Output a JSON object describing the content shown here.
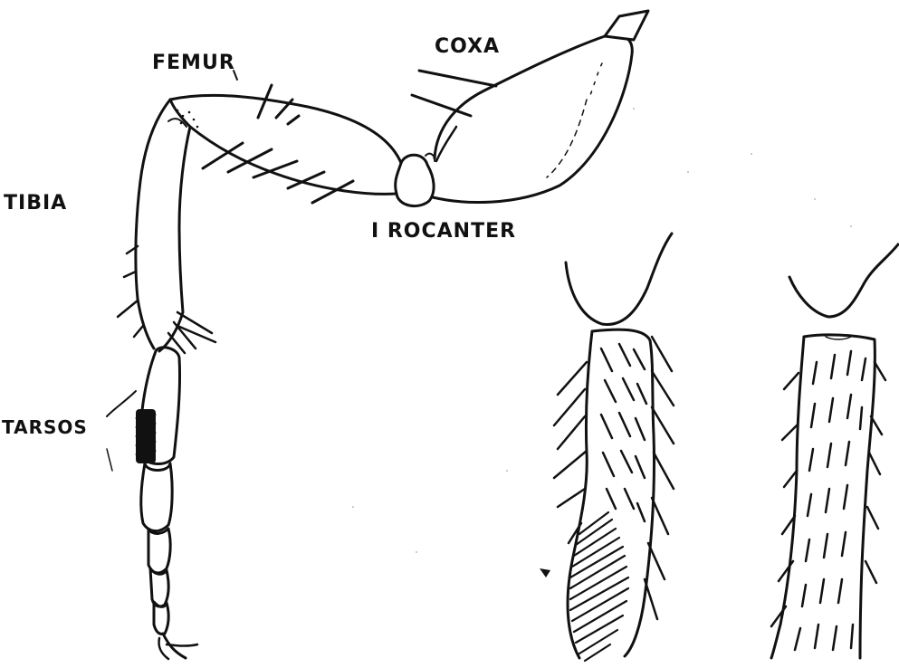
{
  "labels": {
    "coxa": "COXA",
    "femur": "FEMUR",
    "tibia": "TIBIA",
    "trocanter": "I ROCANTER",
    "tarsos": "TARSOS"
  }
}
